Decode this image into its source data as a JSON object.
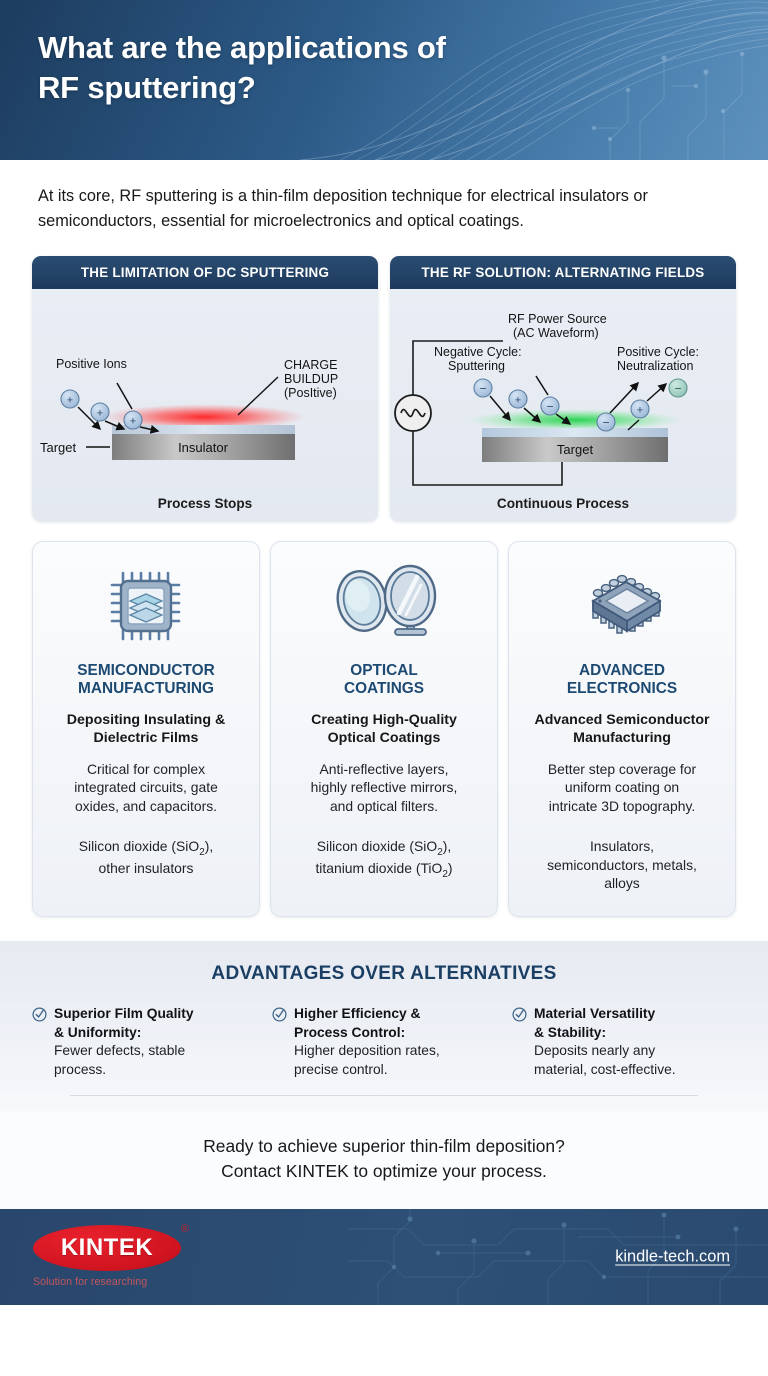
{
  "header": {
    "title": "What are the applications of\nRF sputtering?",
    "bg_start": "#1d3c5e",
    "bg_end": "#5e91bd"
  },
  "intro": {
    "text": "At its core, RF sputtering is a thin-film deposition technique for electrical insulators or semiconductors, essential for microelectronics and optical coatings."
  },
  "diagrams": {
    "left": {
      "header": "THE LIMITATION OF DC SPUTTERING",
      "label_ions": "Positive Ions",
      "label_charge": "CHARGE\nBUILDUP\n(PosItive)",
      "label_target": "Target",
      "label_substrate": "Insulator",
      "particles": [
        "+",
        "+",
        "+"
      ],
      "glow_color": "#ef2b2b",
      "caption": "Process Stops"
    },
    "right": {
      "header": "THE RF SOLUTION: ALTERNATING FIELDS",
      "label_source": "RF Power Source\n(AC Waveform)",
      "label_negative": "Negative Cycle:\nSputtering",
      "label_positive": "Positive Cycle:\nNeutralization",
      "label_substrate": "Target",
      "particles_in": [
        "−",
        "+",
        "−"
      ],
      "particles_out": [
        "−",
        "+",
        "−"
      ],
      "glow_color": "#2fc14f",
      "caption": "Continuous Process"
    }
  },
  "cards": [
    {
      "icon": "microchip-layers-icon",
      "title": "SEMICONDUCTOR\nMANUFACTURING",
      "subtitle": "Depositing Insulating &\nDielectric Films",
      "description": "Critical for complex\nintegrated circuits, gate\noxides, and capacitors.",
      "materials_pre": "Silicon dioxide (SiO",
      "materials_sub": "2",
      "materials_post": "),\nother insulators"
    },
    {
      "icon": "lens-mirror-icon",
      "title": "OPTICAL\nCOATINGS",
      "subtitle": "Creating High-Quality\nOptical Coatings",
      "description": "Anti-reflective layers,\nhighly reflective mirrors,\nand optical filters.",
      "materials_pre": "Silicon dioxide (SiO",
      "materials_sub": "2",
      "materials_post": "),\ntitanium dioxide (TiO",
      "materials_sub2": "2",
      "materials_post2": ")"
    },
    {
      "icon": "ic-package-3d-icon",
      "title": "ADVANCED\nELECTRONICS",
      "subtitle": "Advanced Semiconductor\nManufacturing",
      "description": "Better step coverage for\nuniform coating on\nintricate 3D topography.",
      "materials_pre": "Insulators,\nsemiconductors, metals,\nalloys",
      "materials_sub": "",
      "materials_post": ""
    }
  ],
  "advantages": {
    "title": "ADVANTAGES OVER ALTERNATIVES",
    "items": [
      {
        "head": "Superior Film Quality\n& Uniformity:",
        "body": "Fewer defects, stable\nprocess."
      },
      {
        "head": "Higher Efficiency &\nProcess Control:",
        "body": "Higher deposition rates,\nprecise control."
      },
      {
        "head": "Material Versatility\n& Stability:",
        "body": "Deposits nearly any\nmaterial, cost-effective."
      }
    ]
  },
  "cta": {
    "text": "Ready to achieve superior thin-film deposition?\nContact KINTEK to optimize your process."
  },
  "footer": {
    "logo_text": "KINTEK",
    "logo_registered": "®",
    "logo_tagline": "Solution for researching",
    "link": "kindle-tech.com",
    "logo_color": "#cf1420",
    "bg_color": "#2e5076"
  }
}
